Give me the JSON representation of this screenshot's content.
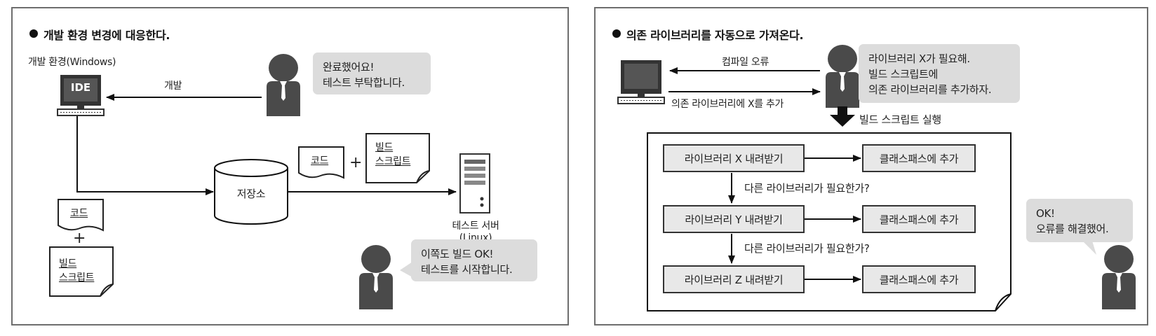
{
  "left": {
    "title": "개발 환경 변경에 대응한다.",
    "dev_env_label": "개발 환경(Windows)",
    "ide_label": "IDE",
    "arrow_label": "개발",
    "bubble_top": [
      "완료했어요!",
      "테스트 부탁합니다."
    ],
    "repository_label": "저장소",
    "code_label": "코드",
    "plus": "+",
    "build_script": [
      "빌드",
      "스크립트"
    ],
    "test_server": [
      "테스트 서버",
      "(Linux)"
    ],
    "bubble_bottom": [
      "이쪽도 빌드 OK!",
      "테스트를 시작합니다."
    ]
  },
  "right": {
    "title": "의존 라이브러리를 자동으로 가져온다.",
    "compile_error": "컴파일 오류",
    "add_x_label": "의존 라이브러리에 X를 추가",
    "bubble_top": [
      "라이브러리 X가 필요해.",
      "빌드 스크립트에",
      "의존 라이브러리를 추가하자."
    ],
    "run_build_script": "빌드 스크립트 실행",
    "steps": [
      {
        "download": "라이브러리 X 내려받기",
        "add": "클래스패스에 추가"
      },
      {
        "download": "라이브러리 Y 내려받기",
        "add": "클래스패스에 추가"
      },
      {
        "download": "라이브러리 Z 내려받기",
        "add": "클래스패스에 추가"
      }
    ],
    "question": "다른 라이브러리가 필요한가?",
    "bubble_bottom": [
      "OK!",
      "오류를 해결했어."
    ]
  },
  "colors": {
    "person": "#4a4a4a",
    "bubble": "#dcdcdc",
    "step_fill": "#e8e8e8",
    "border": "#6e6e6e"
  }
}
